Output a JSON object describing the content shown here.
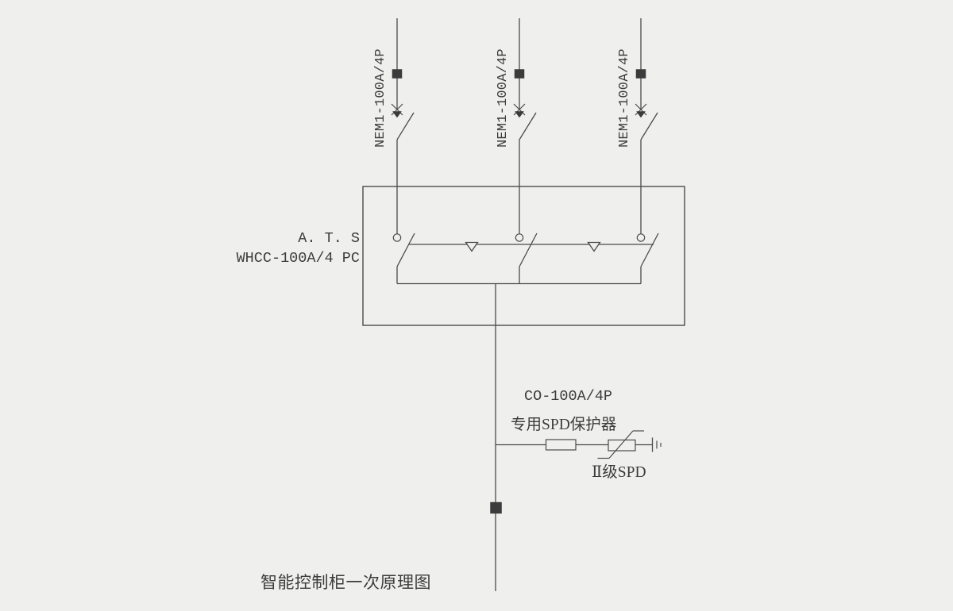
{
  "diagram": {
    "kind": "single-line electrical schematic",
    "title": "智能控制柜一次原理图",
    "feeders": [
      {
        "label": "NEM1-100A/4P"
      },
      {
        "label": "NEM1-100A/4P"
      },
      {
        "label": "NEM1-100A/4P"
      }
    ],
    "ats": {
      "name": "A. T. S",
      "model": "WHCC-100A/4 PC",
      "switch_count": 3
    },
    "output": {
      "spd_breaker": "CO-100A/4P",
      "spd_title": "专用SPD保护器",
      "spd_class": "Ⅱ级SPD"
    },
    "colors": {
      "bg": "#efefee",
      "line": "#4b4b4b",
      "text": "#3c3c3c",
      "dark": "#3b3b3b"
    }
  }
}
